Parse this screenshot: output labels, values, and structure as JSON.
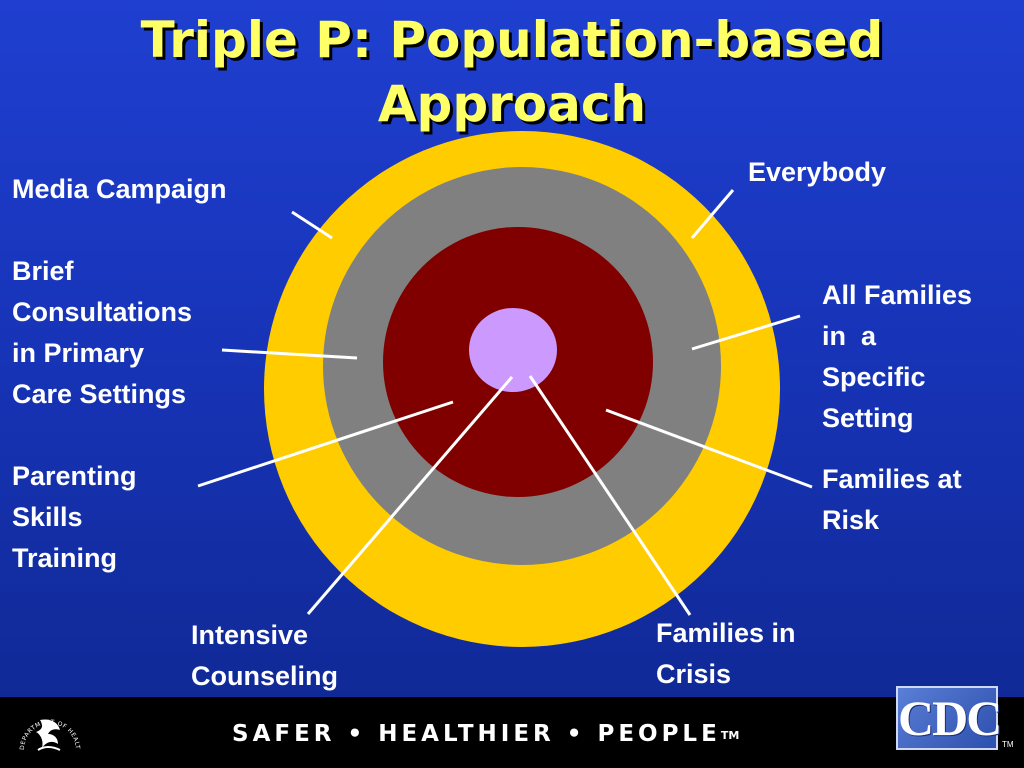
{
  "title": {
    "line1": "Triple P: Population-based",
    "line2": "Approach"
  },
  "diagram": {
    "rings": [
      {
        "name": "Everybody",
        "color": "#ffcc00"
      },
      {
        "name": "All Families in a Specific Setting",
        "color": "#808080"
      },
      {
        "name": "Families at Risk",
        "color": "#800000"
      },
      {
        "name": "Families in Crisis",
        "color": "#cc99ff"
      }
    ],
    "connector_color": "#ffffff",
    "left_labels": {
      "media": "Media Campaign",
      "brief": [
        "Brief",
        "Consultations",
        "in Primary",
        "Care Settings"
      ],
      "parenting": [
        "Parenting",
        "Skills",
        "Training"
      ],
      "intensive": [
        "Intensive",
        "Counseling"
      ]
    },
    "right_labels": {
      "everybody": "Everybody",
      "all_families": [
        "All Families",
        "in  a",
        "Specific",
        "Setting"
      ],
      "at_risk": [
        "Families at",
        "Risk"
      ],
      "in_crisis": [
        "Families in",
        "Crisis"
      ]
    }
  },
  "footer": {
    "slogan": "SAFER • HEALTHIER • PEOPLE",
    "slogan_tm": "TM",
    "seal_icon": "hhs-eagle-seal-icon",
    "seal_text": "DEPARTMENT OF HEALTH & HUMAN SERVICES · USA",
    "logo_icon": "cdc-logo-icon",
    "logo_text": "CDC",
    "logo_tm": "TM"
  }
}
